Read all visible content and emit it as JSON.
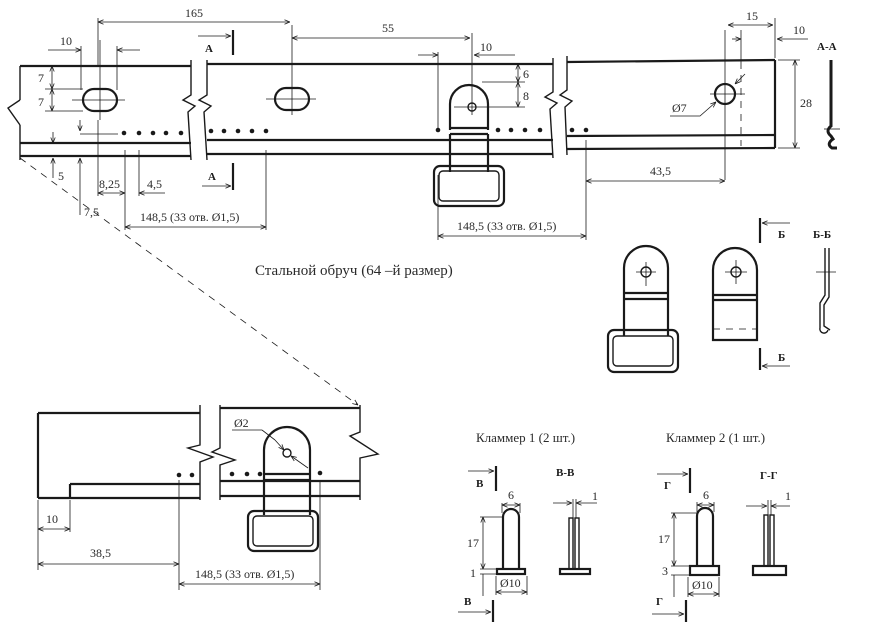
{
  "title": "Стальной обруч (64 –й размер)",
  "main_view": {
    "dims": {
      "d165": "165",
      "d55": "55",
      "d10_slot": "10",
      "d10_tab": "10",
      "d7a": "7",
      "d7b": "7",
      "d6": "6",
      "d8": "8",
      "d5": "5",
      "d7_5": "7,5",
      "d8_25": "8,25",
      "d4_5": "4,5",
      "holes_a": "148,5 (33 отв. Ø1,5)",
      "holes_b": "148,5 (33 отв. Ø1,5)",
      "d15": "15",
      "d10_right": "10",
      "d28": "28",
      "d43_5": "43,5",
      "hole7": "Ø7"
    },
    "section_mark": "А",
    "section_mark_2": "А",
    "section_title": "А-А"
  },
  "bracket_view": {
    "section_mark": "Б",
    "section_mark_2": "Б",
    "section_title": "Б-Б"
  },
  "lower_view": {
    "dims": {
      "hole2": "Ø2",
      "d10": "10",
      "d38_5": "38,5",
      "holes": "148,5 (33 отв. Ø1,5)"
    }
  },
  "clamp1": {
    "title": "Кламмер 1 (2 шт.)",
    "mark": "В",
    "mark_2": "В",
    "section_title": "В-В",
    "dims": {
      "w6": "6",
      "h17": "17",
      "h1": "1",
      "d10": "Ø10",
      "t1": "1"
    }
  },
  "clamp2": {
    "title": "Кламмер 2 (1 шт.)",
    "mark": "Г",
    "mark_2": "Г",
    "section_title": "Г-Г",
    "dims": {
      "w6": "6",
      "h17": "17",
      "h3": "3",
      "d10": "Ø10",
      "t1": "1"
    }
  }
}
